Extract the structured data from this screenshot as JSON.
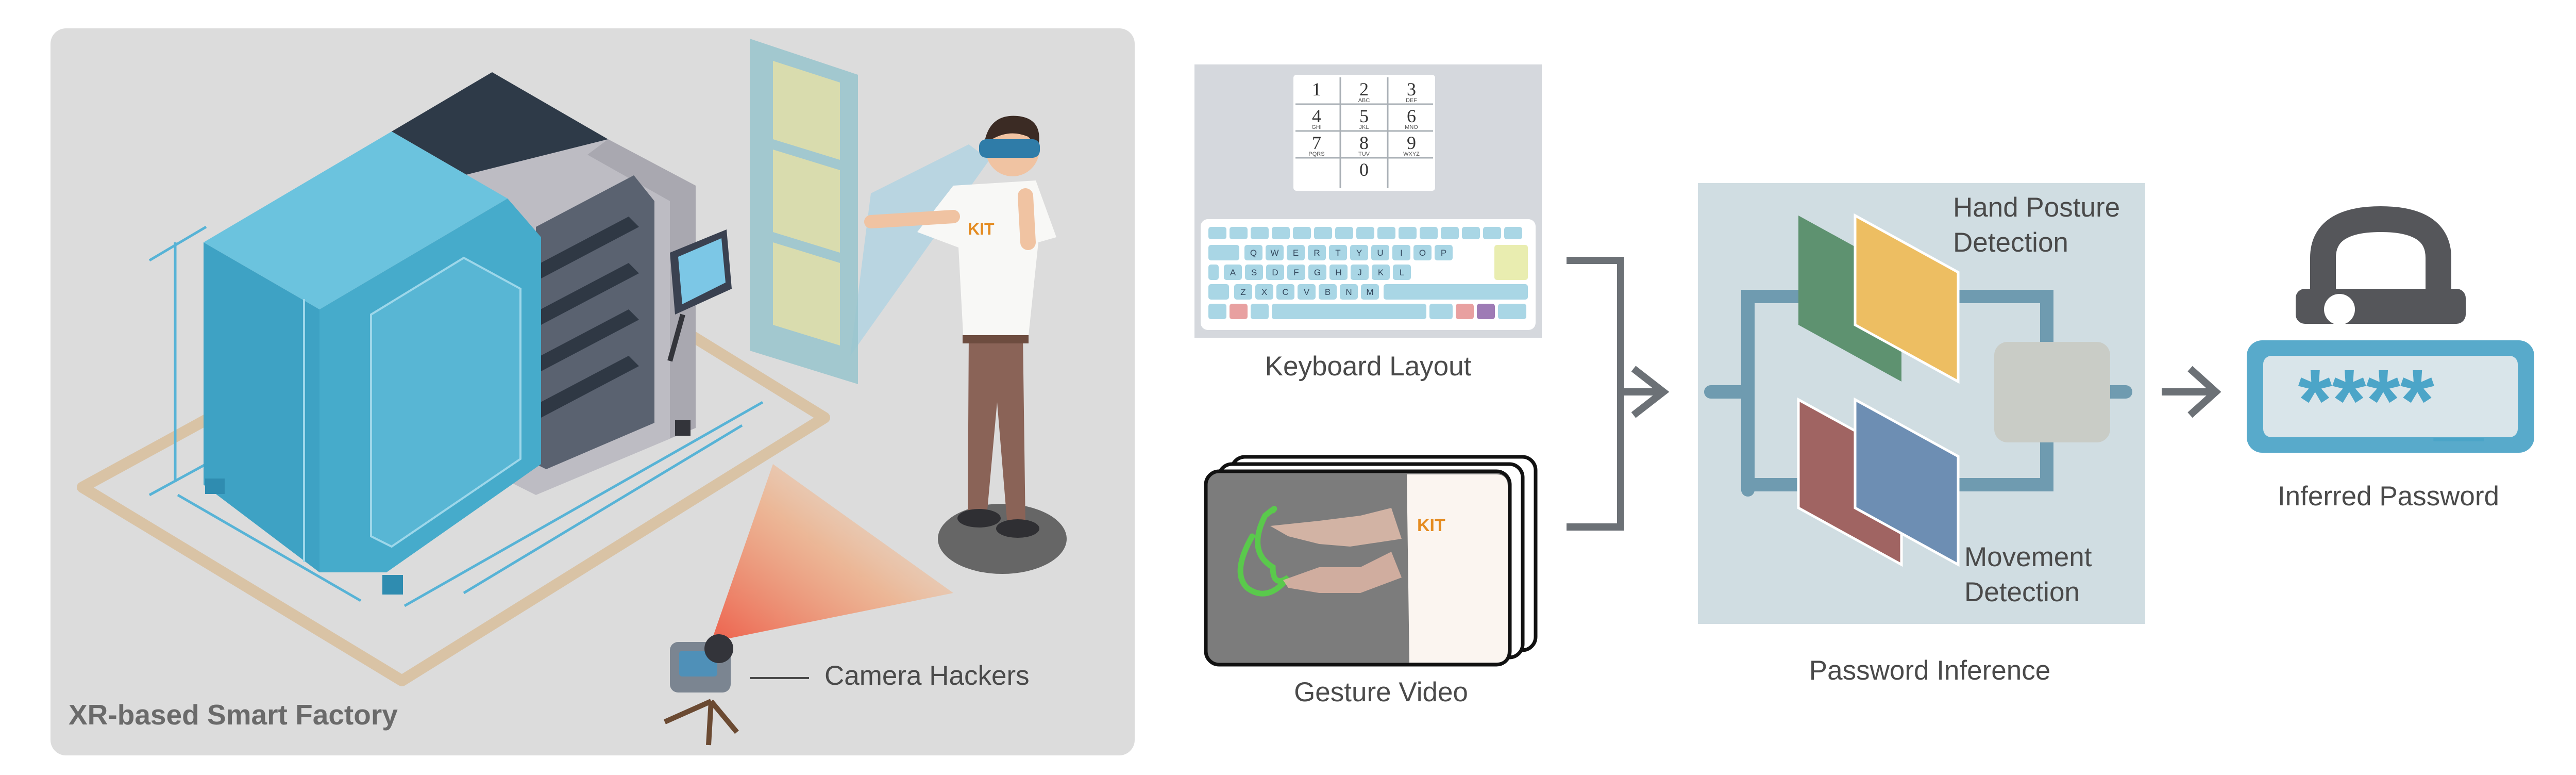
{
  "factory": {
    "title": "XR-based Smart Factory",
    "camera_label": "Camera Hackers",
    "shirt_logo": "KIT"
  },
  "keyboard_layout": {
    "label": "Keyboard Layout",
    "numpad_keys": [
      {
        "digit": "1",
        "letters": ""
      },
      {
        "digit": "2",
        "letters": "ABC"
      },
      {
        "digit": "3",
        "letters": "DEF"
      },
      {
        "digit": "4",
        "letters": "GHI"
      },
      {
        "digit": "5",
        "letters": "JKL"
      },
      {
        "digit": "6",
        "letters": "MNO"
      },
      {
        "digit": "7",
        "letters": "PQRS"
      },
      {
        "digit": "8",
        "letters": "TUV"
      },
      {
        "digit": "9",
        "letters": "WXYZ"
      },
      {
        "digit": "0",
        "letters": ""
      }
    ],
    "qwerty_rows": [
      [
        "Q",
        "W",
        "E",
        "R",
        "T",
        "Y",
        "U",
        "I",
        "O",
        "P"
      ],
      [
        "A",
        "S",
        "D",
        "F",
        "G",
        "H",
        "J",
        "K",
        "L"
      ],
      [
        "Z",
        "X",
        "C",
        "V",
        "B",
        "N",
        "M"
      ]
    ]
  },
  "gesture_video": {
    "label": "Gesture Video",
    "shirt_logo": "KIT"
  },
  "password_inference": {
    "label": "Password Inference",
    "hand_posture_label_line1": "Hand Posture",
    "hand_posture_label_line2": "Detection",
    "movement_label_line1": "Movement",
    "movement_label_line2": "Detection"
  },
  "inferred_password": {
    "label": "Inferred Password",
    "masked_value": "****_"
  },
  "colors": {
    "factory_bg": "#dcdcdc",
    "machine_blue": "#46abcb",
    "machine_dark": "#2e3a48",
    "floor_outline": "#d9c3a5",
    "panel_bg": "#d0dde2",
    "connector": "#6c7176",
    "posture_green": "#5e9270",
    "posture_yellow": "#edbe62",
    "movement_red": "#a06462",
    "movement_blue": "#6d8eb3",
    "lock_body": "#58aacb",
    "lock_shackle": "#55565a"
  }
}
